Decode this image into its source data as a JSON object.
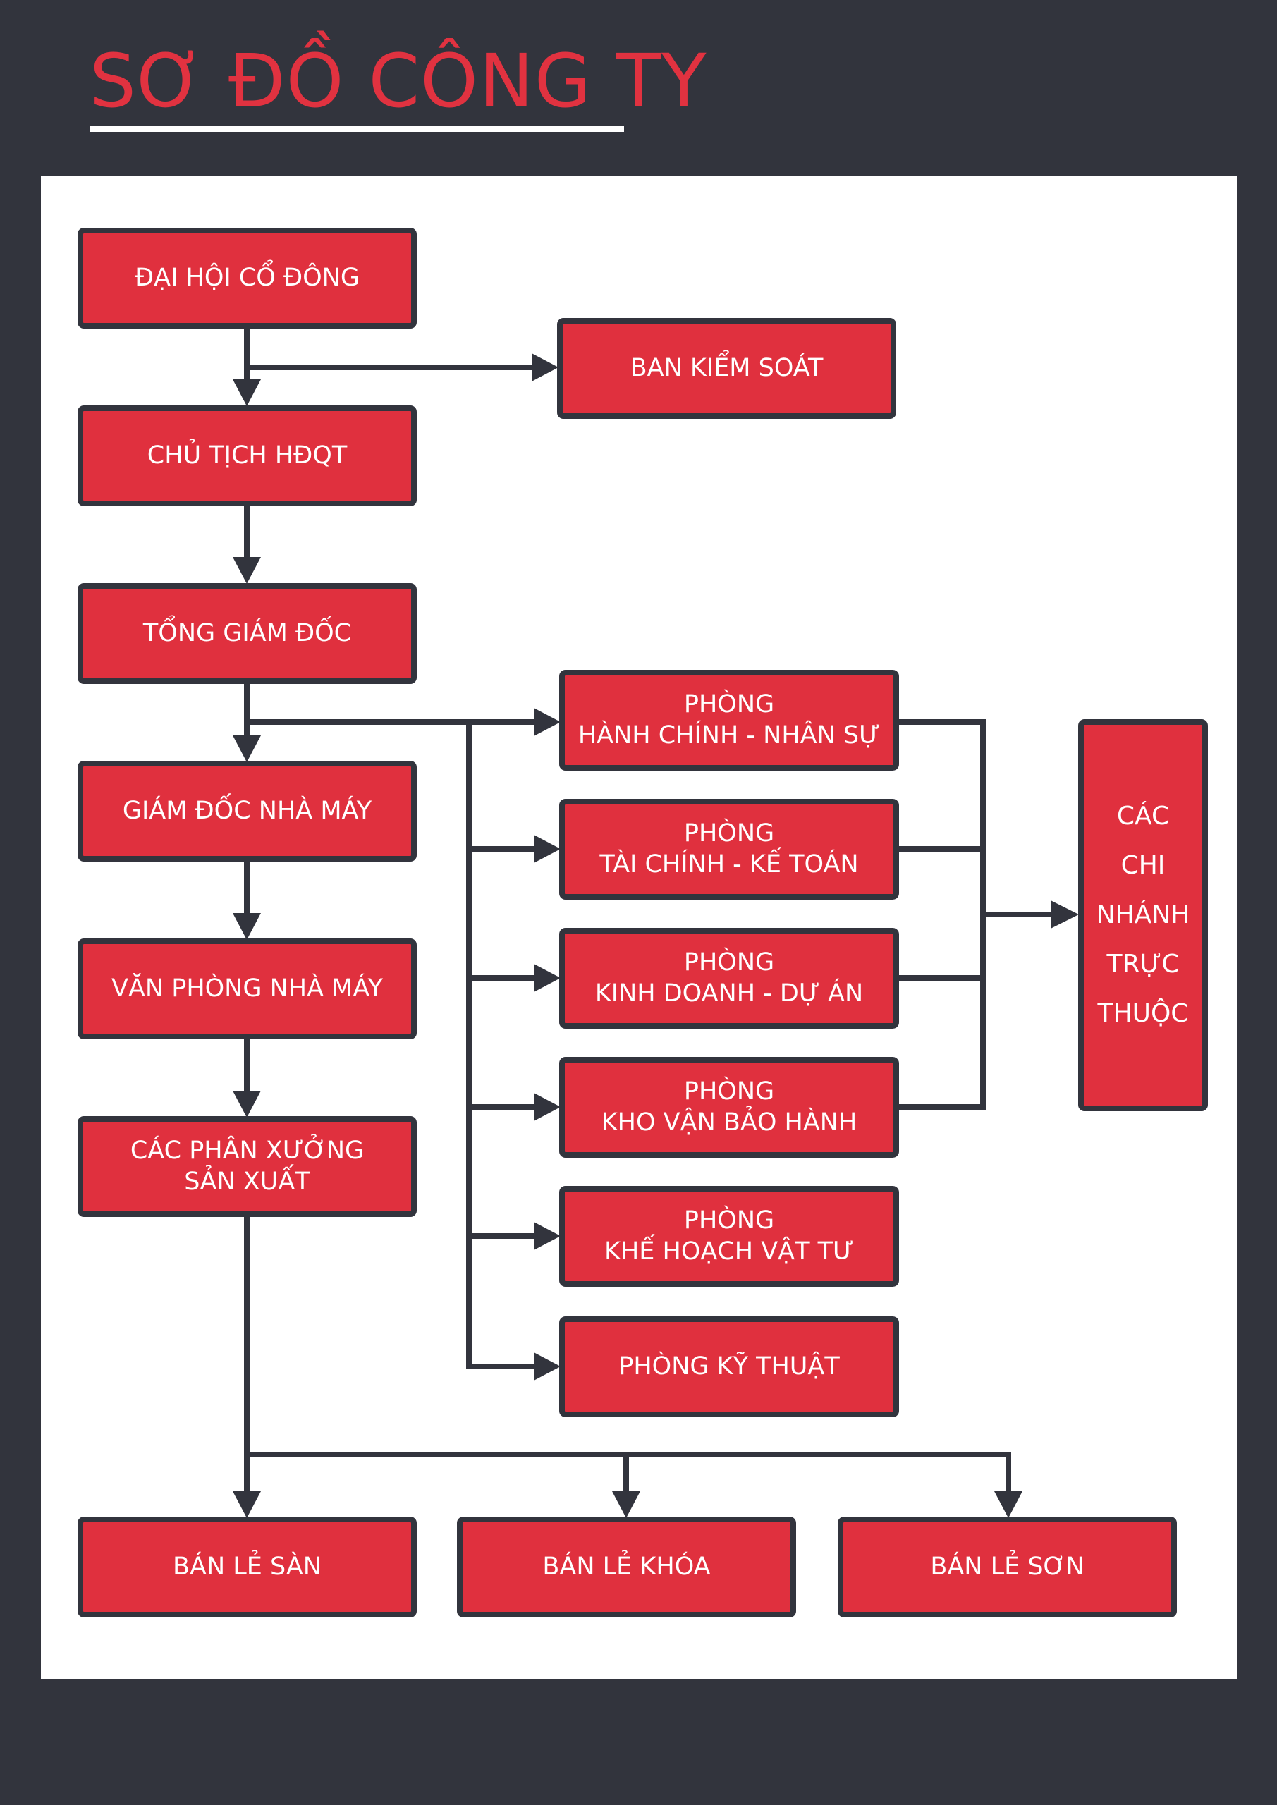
{
  "title": "SƠ ĐỒ CÔNG TY",
  "colors": {
    "background": "#32343d",
    "panel": "#ffffff",
    "node_fill": "#e0303e",
    "node_border": "#32343d",
    "title": "#e13240",
    "connector": "#32343d"
  },
  "nodes": {
    "dai_hoi_co_dong": "ĐẠI HỘI CỔ ĐÔNG",
    "ban_kiem_soat": "BAN KIỂM SOÁT",
    "chu_tich_hdqt": "CHỦ TỊCH HĐQT",
    "tong_giam_doc": "TỔNG GIÁM ĐỐC",
    "giam_doc_nha_may": "GIÁM ĐỐC NHÀ MÁY",
    "van_phong_nha_may": "VĂN PHÒNG NHÀ MÁY",
    "phan_xuong": "CÁC PHÂN XƯỞNG\nSẢN XUẤT",
    "phong_hanh_chinh": "PHÒNG\nHÀNH CHÍNH - NHÂN SỰ",
    "phong_tai_chinh": "PHÒNG\nTÀI CHÍNH - KẾ TOÁN",
    "phong_kinh_doanh": "PHÒNG\nKINH DOANH - DỰ ÁN",
    "phong_kho_van": "PHÒNG\nKHO VẬN BẢO HÀNH",
    "phong_ke_hoach": "PHÒNG\nKHẾ HOẠCH VẬT TƯ",
    "phong_ky_thuat": "PHÒNG KỸ THUẬT",
    "chi_nhanh": "CÁC\nCHI\nNHÁNH\nTRỰC\nTHUỘC",
    "ban_le_san": "BÁN LẺ SÀN",
    "ban_le_khoa": "BÁN LẺ KHÓA",
    "ban_le_son": "BÁN LẺ SƠN"
  }
}
